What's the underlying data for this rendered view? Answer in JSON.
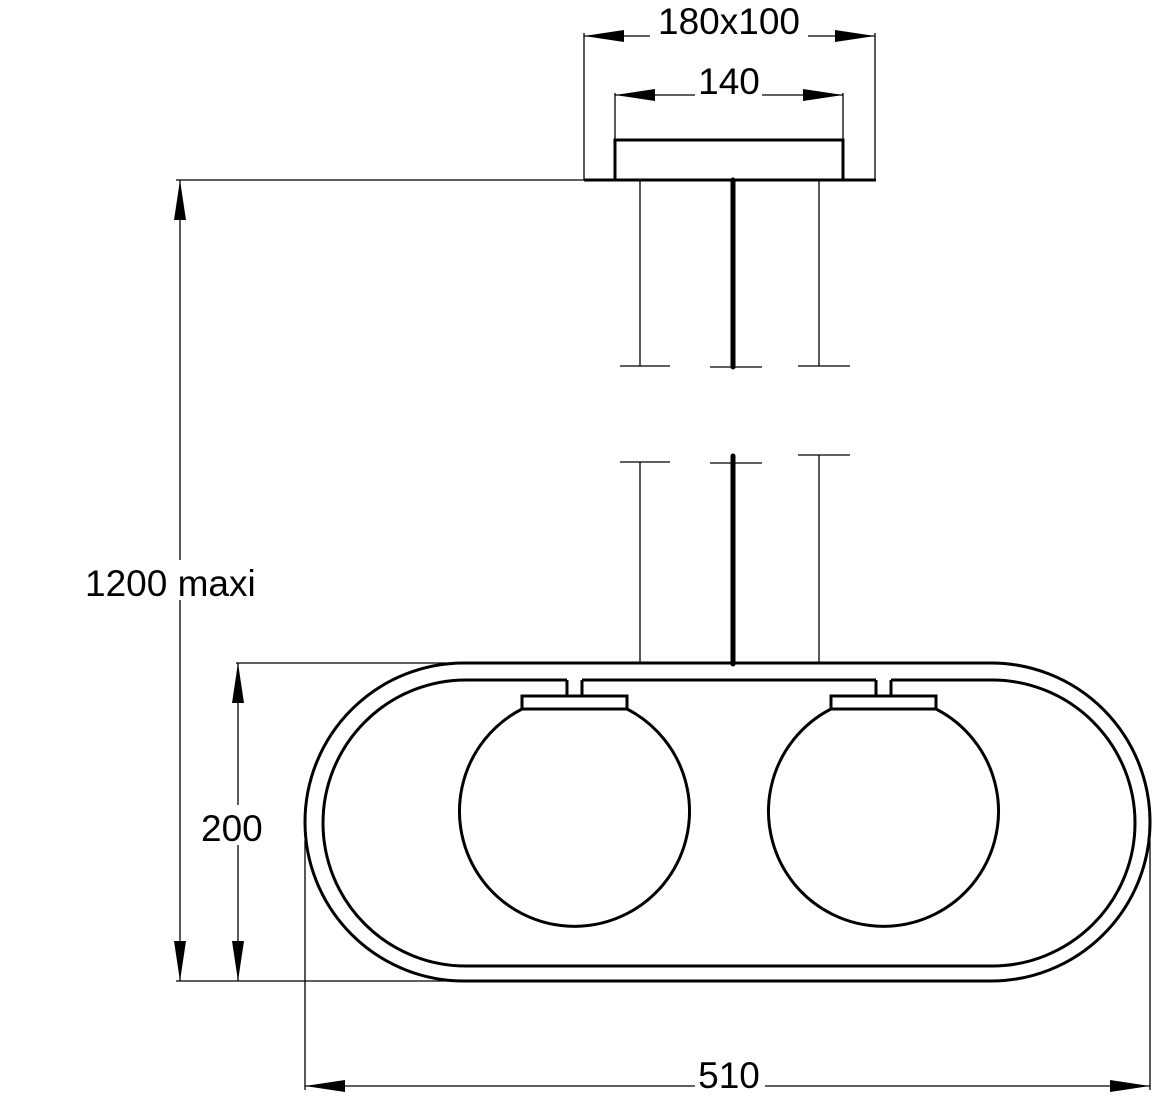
{
  "drawing": {
    "dimensions": {
      "canopy_outer": "180x100",
      "canopy_inner": "140",
      "height": "1200 maxi",
      "body_height": "200",
      "width": "510"
    },
    "colors": {
      "line": "#000000",
      "background": "#ffffff"
    }
  }
}
